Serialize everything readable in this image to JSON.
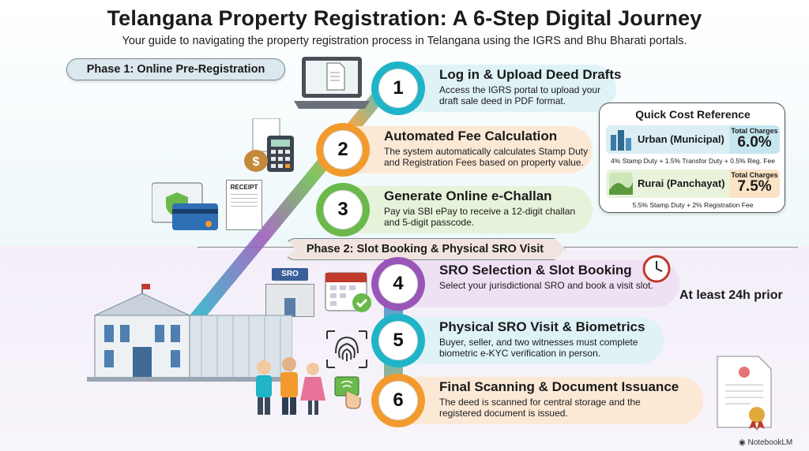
{
  "header": {
    "title": "Telangana Property Registration: A 6-Step Digital Journey",
    "subtitle": "Your guide to navigating the property registration process in Telangana using the IGRS and Bhu Bharati portals."
  },
  "phases": {
    "phase1": "Phase 1: Online Pre-Registration",
    "phase2": "Phase 2: Slot Booking & Physical SRO Visit"
  },
  "steps": [
    {
      "number": "1",
      "title": "Log in & Upload Deed Drafts",
      "desc": "Access the IGRS portal to upload your draft sale deed in PDF format.",
      "color": "#1fb4c8",
      "band": "#dff2f5"
    },
    {
      "number": "2",
      "title": "Automated Fee Calculation",
      "desc": "The system automatically calculates Stamp Duty and Registration Fees based on property value.",
      "color": "#f29a2e",
      "band": "#fbe9d6"
    },
    {
      "number": "3",
      "title": "Generate Online e-Challan",
      "desc": "Pay via SBI ePay to receive a 12-digit challan and 5-digit passcode.",
      "color": "#6ab94a",
      "band": "#e6f3da"
    },
    {
      "number": "4",
      "title": "SRO Selection & Slot Booking",
      "desc": "Select your jurisdictional SRO and book a visit slot.",
      "color": "#9a55b8",
      "band": "#efe1f4"
    },
    {
      "number": "5",
      "title": "Physical SRO Visit & Biometrics",
      "desc": "Buyer, seller, and two witnesses must complete biometric e-KYC verification in person.",
      "color": "#1fb4c8",
      "band": "#dff2f5"
    },
    {
      "number": "6",
      "title": "Final Scanning & Document Issuance",
      "desc": "The deed is scanned for central storage and the registered document is issued.",
      "color": "#f29a2e",
      "band": "#fbe9d6"
    }
  ],
  "cost_reference": {
    "title": "Quick Cost Reference",
    "urban": {
      "name": "Urban (Municipal)",
      "label": "Total Charges",
      "value": "6.0%",
      "note": "4% Stamp Duty + 1.5% Transfor Duty + 0.5% Reg. Fee"
    },
    "rural": {
      "name": "Rurai (Panchayat)",
      "label": "Total Charges",
      "value": "7.5%",
      "note": "5.5% Stamp Duty + 2% Registration Fee"
    }
  },
  "timing_note": "At least 24h prior",
  "icons": {
    "receipt_label": "RECEIPT",
    "sro_sign": "SRO"
  },
  "branding": "NotebookLM"
}
